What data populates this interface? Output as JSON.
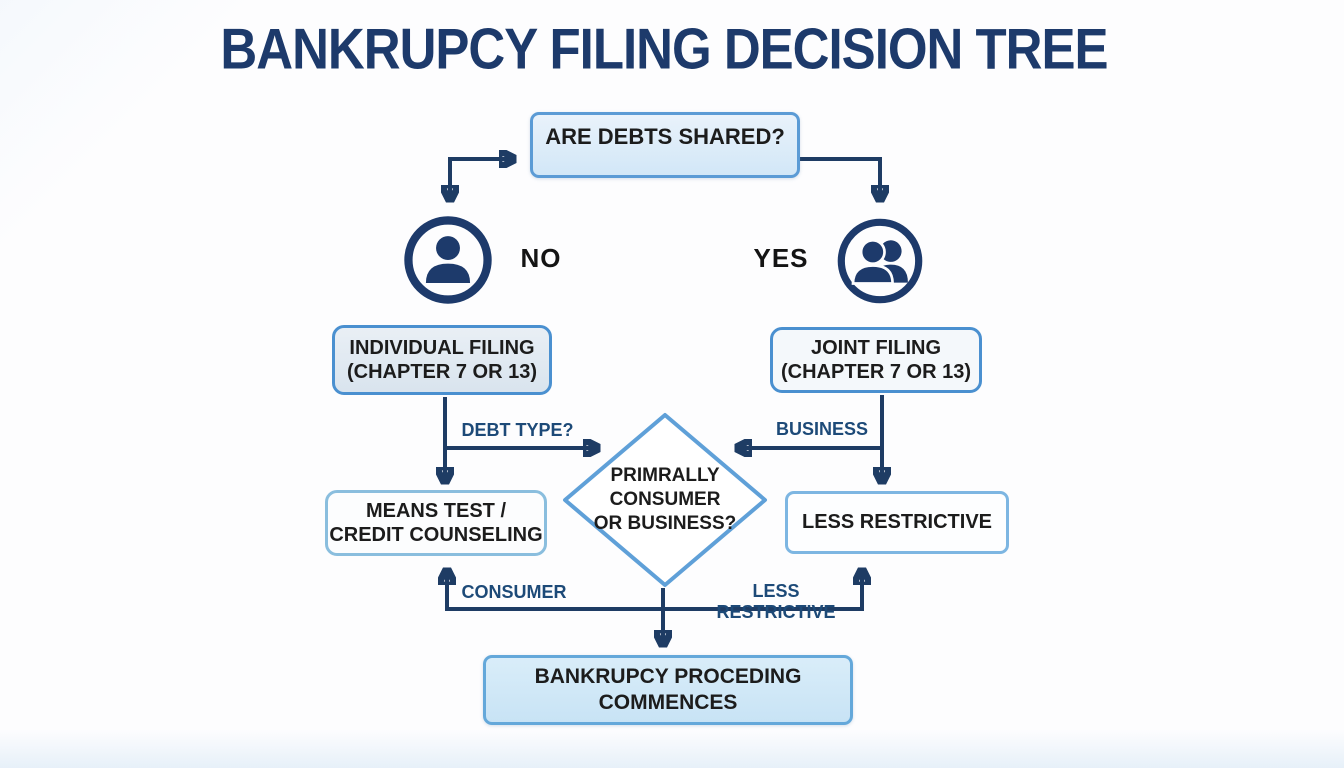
{
  "title": "BANKRUPCY FILING DECISION TREE",
  "answers": {
    "no": "NO",
    "yes": "YES"
  },
  "nodes": {
    "root": {
      "label": "ARE DEBTS SHARED?"
    },
    "individual": {
      "line1": "INDIVIDUAL FILING",
      "line2": "(CHAPTER 7 OR 13)"
    },
    "joint": {
      "line1": "JOINT FILING",
      "line2": "(CHAPTER 7 OR 13)"
    },
    "decision": {
      "line1": "PRIMRALLY",
      "line2": "CONSUMER",
      "line3": "OR BUSINESS?"
    },
    "means_test": {
      "line1": "MEANS TEST /",
      "line2": "CREDIT COUNSELING"
    },
    "less_restrictive": {
      "label": "LESS RESTRICTIVE"
    },
    "commence": {
      "line1": "BANKRUPCY PROCEDING",
      "line2": "COMMENCES"
    }
  },
  "edge_labels": {
    "debt_type": "DEBT TYPE?",
    "business": "BUSINESS",
    "consumer": "CONSUMER",
    "less_restrictive": "LESS RESTRICTIVE"
  },
  "icons": {
    "individual": "single-person-icon",
    "joint": "two-people-icon"
  },
  "colors": {
    "title": "#1d3a6b",
    "connector_line": "#1e3c64",
    "edge_label_text": "#1d4a78",
    "node_border_strong": "#4a90d0",
    "node_border_light": "#7db6e2",
    "node_fill_light_blue": "#d2e7f7",
    "node_fill_grey_blue": "#dce6ef",
    "diamond_border": "#5fa0d8",
    "node_text": "#1c1c1c",
    "icon_navy": "#1d3a6b"
  }
}
